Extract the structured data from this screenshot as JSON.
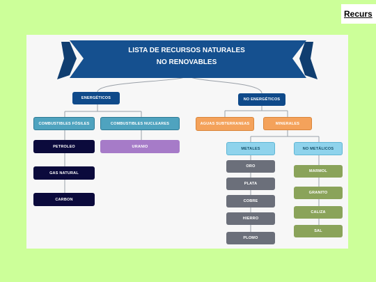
{
  "corner_title": "Recurs",
  "banner": {
    "line1": "LISTA DE RECURSOS NATURALES",
    "line2": "NO RENOVABLES"
  },
  "nodes": {
    "energeticos": "ENERGÉTICOS",
    "no_energeticos": "NO ENERGÉTICOS",
    "combustibles_fosiles": "COMBUSTIBLES FÓSILES",
    "combustibles_nucleares": "COMBUSTIBLES NUCLEARES",
    "aguas_subterraneas": "AGUAS SUBTERRANEAS",
    "minerales": "MINERALES",
    "petroleo": "PETROLEO",
    "gas_natural": "GAS NATURAL",
    "carbon": "CARBON",
    "uranio": "URANIO",
    "metales": "METALES",
    "no_metalicos": "NO METÁLICOS",
    "metales_items": [
      "ORO",
      "PLATA",
      "COBRE",
      "HIERRO",
      "PLOMO"
    ],
    "no_metalicos_items": [
      "MARMOL",
      "GRANITO",
      "CALIZA",
      "SAL"
    ]
  },
  "colors": {
    "banner": "#15508f",
    "level1": "#0f4a8a",
    "fossil_children": "#0b0a3c",
    "nuclear_children": "#a67bc8",
    "orange": "#f4a25b",
    "metals": "#6b6f7a",
    "non_metals": "#8aa35a"
  }
}
